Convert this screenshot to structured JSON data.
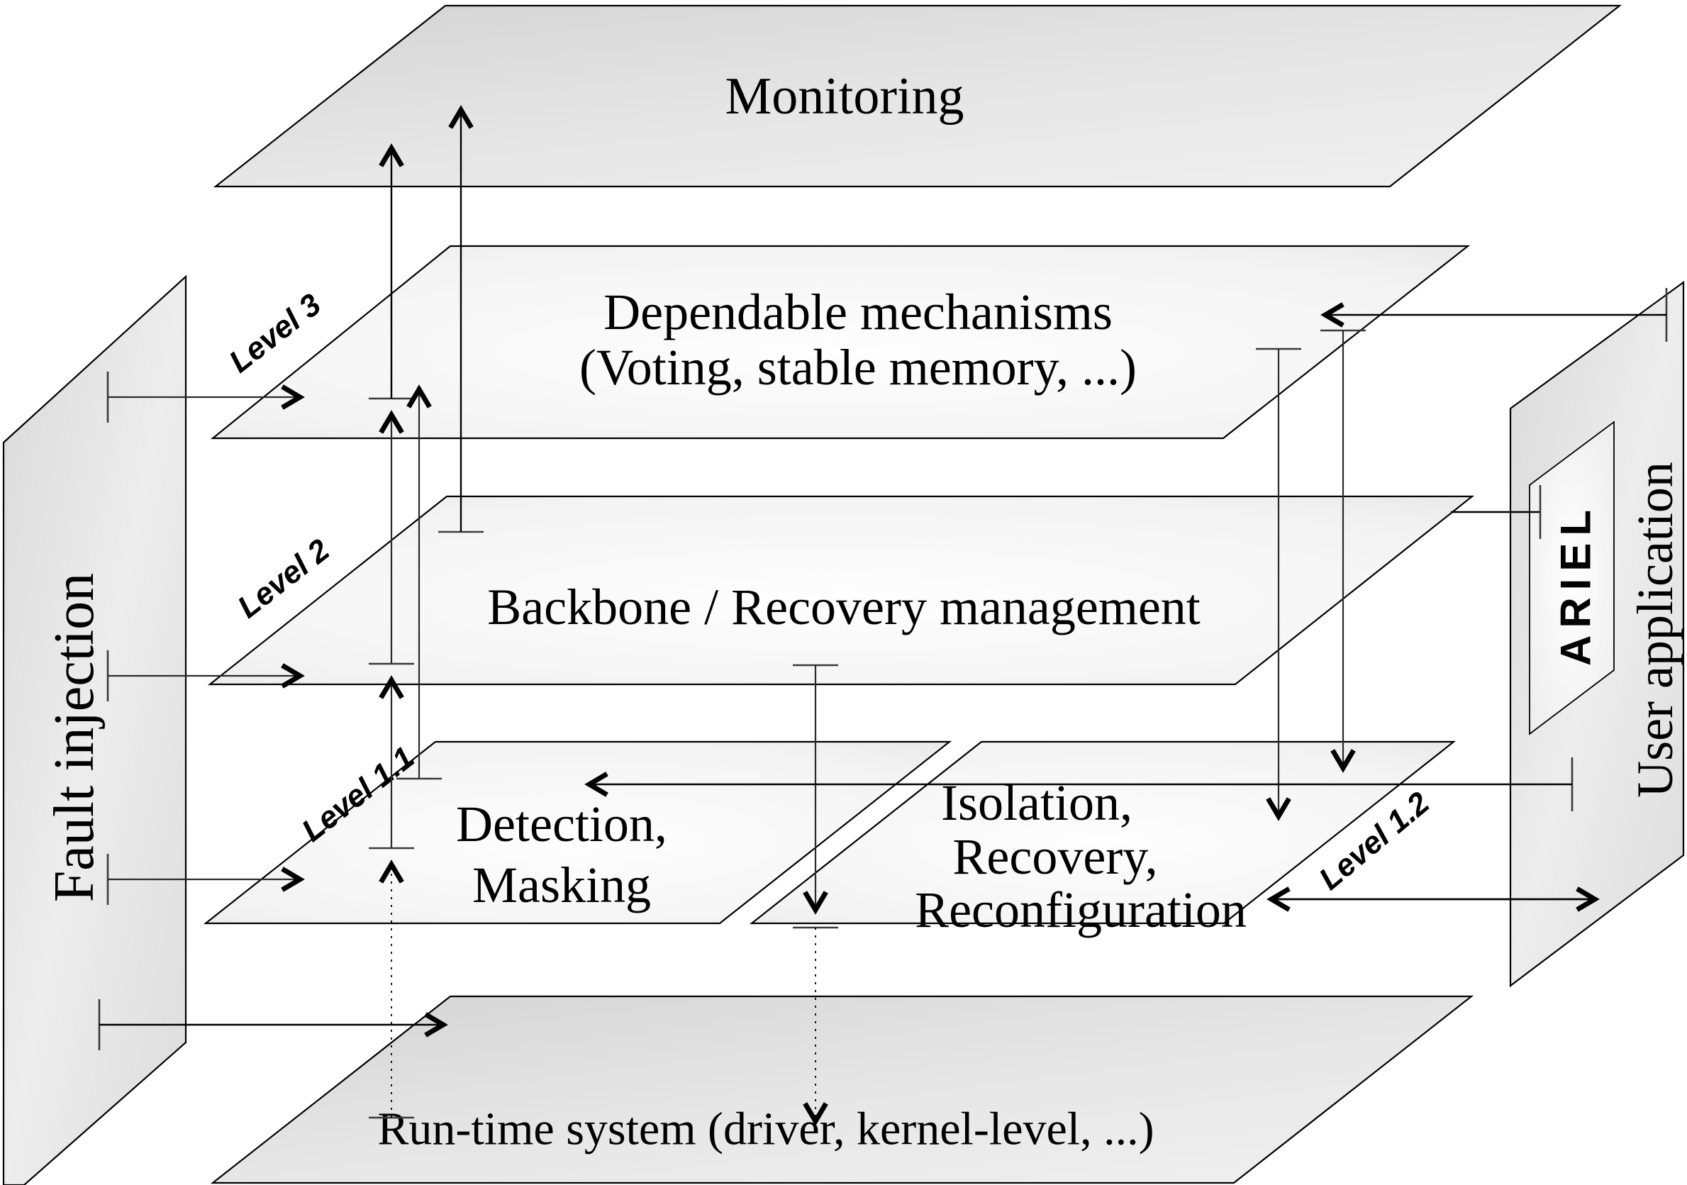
{
  "planes": {
    "monitoring": {
      "label": "Monitoring"
    },
    "dependable": {
      "label_line1": "Dependable mechanisms",
      "label_line2": "(Voting, stable memory, ...)",
      "level": "Level 3"
    },
    "backbone": {
      "label": "Backbone / Recovery management",
      "level": "Level 2"
    },
    "detection": {
      "label_line1": "Detection,",
      "label_line2": "Masking",
      "level": "Level 1.1"
    },
    "isolation": {
      "label_line1": "Isolation,",
      "label_line2": "Recovery,",
      "label_line3": "Reconfiguration",
      "level": "Level 1.2"
    },
    "runtime": {
      "label": "Run-time system (driver, kernel-level, ...)"
    },
    "fault_injection": {
      "label": "Fault injection"
    },
    "user_application": {
      "label": "User application",
      "badge": "ARIEL"
    }
  },
  "colors": {
    "plane_light_center": "#fdfdfd",
    "plane_light_edge": "#e7e7e7",
    "plane_dark_start": "#d6d6d6",
    "plane_dark_end": "#f0f0f0",
    "stroke": "#000000"
  }
}
